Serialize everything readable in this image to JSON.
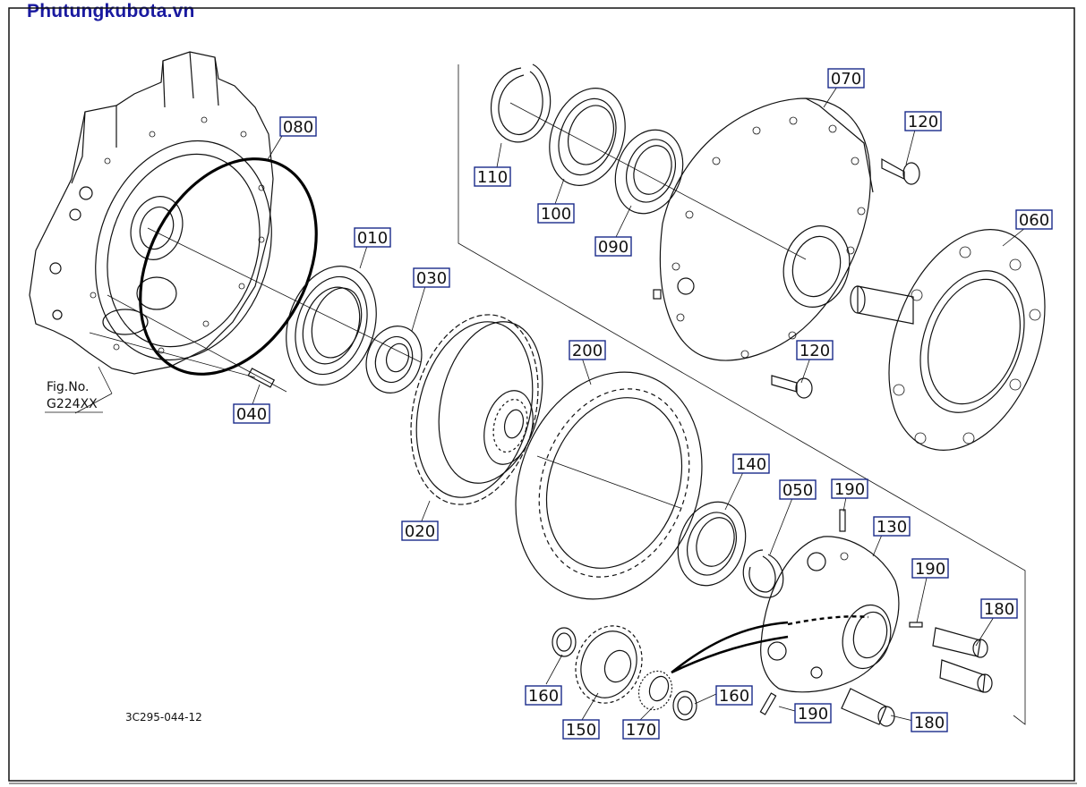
{
  "watermark": "Phutungkubota.vn",
  "figure": {
    "fig_no_label": "Fig.No.",
    "fig_no_value": "G224XX",
    "drawing_code": "3C295-044-12"
  },
  "labels": {
    "p080": "080",
    "p010": "010",
    "p030": "030",
    "p040": "040",
    "p110": "110",
    "p100": "100",
    "p090": "090",
    "p070": "070",
    "p120_top": "120",
    "p120_bottom": "120",
    "p060": "060",
    "p200": "200",
    "p020": "020",
    "p140": "140",
    "p050": "050",
    "p190_top": "190",
    "p130": "130",
    "p190_right": "190",
    "p180_top": "180",
    "p180_bottom": "180",
    "p190_bottom": "190",
    "p160_left": "160",
    "p150": "150",
    "p170": "170",
    "p160_right": "160"
  }
}
